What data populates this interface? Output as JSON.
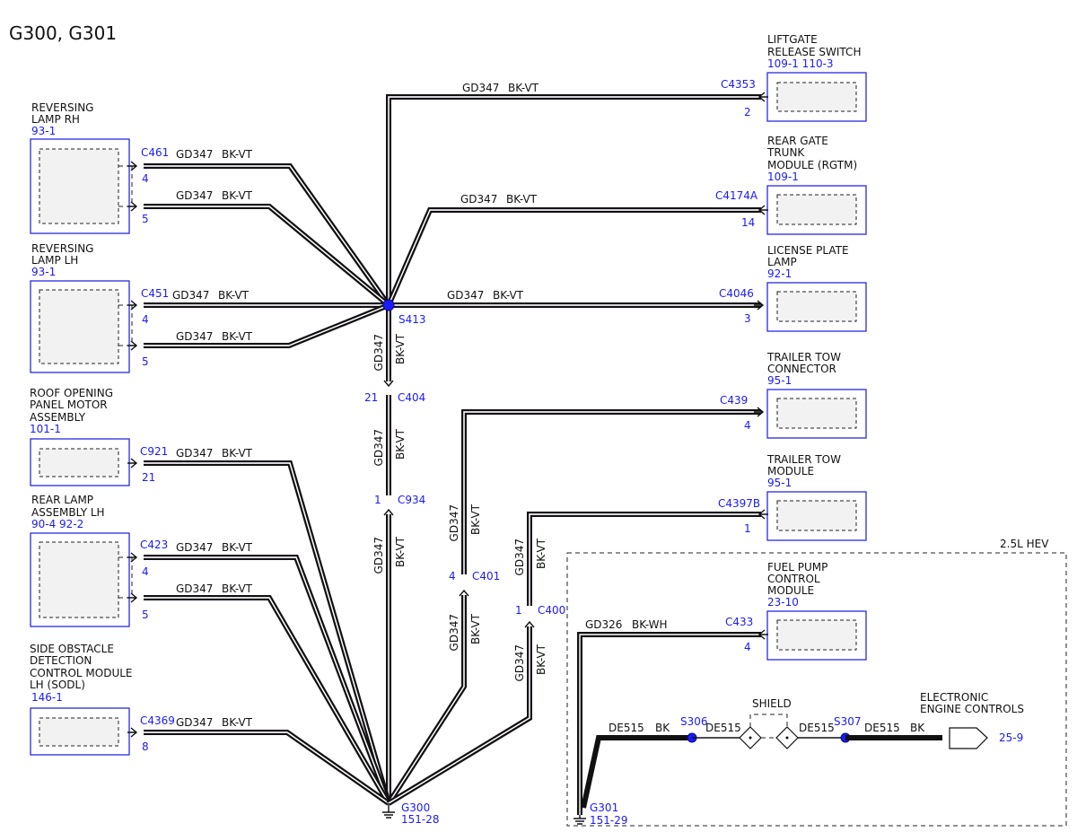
{
  "title": "G300, G301",
  "wire": {
    "circuit": "GD347",
    "color": "BK-VT"
  },
  "components": {
    "rev_rh": {
      "lines": [
        "REVERSING",
        "LAMP RH"
      ],
      "ref": "93-1"
    },
    "rev_lh": {
      "lines": [
        "REVERSING",
        "LAMP LH"
      ],
      "ref": "93-1"
    },
    "roof": {
      "lines": [
        "ROOF OPENING",
        "PANEL MOTOR",
        "ASSEMBLY"
      ],
      "ref": "101-1"
    },
    "rear_lamp": {
      "lines": [
        "REAR LAMP",
        "ASSEMBLY LH"
      ],
      "ref": "90-4   92-2"
    },
    "sodl": {
      "lines": [
        "SIDE OBSTACLE",
        "DETECTION",
        "CONTROL MODULE",
        "LH (SODL)"
      ],
      "ref": "146-1"
    },
    "liftgate": {
      "lines": [
        "LIFTGATE",
        "RELEASE SWITCH"
      ],
      "ref": "109-1   110-3"
    },
    "rgtm": {
      "lines": [
        "REAR GATE",
        "TRUNK",
        "MODULE (RGTM)"
      ],
      "ref": "109-1"
    },
    "license": {
      "lines": [
        "LICENSE PLATE",
        "LAMP"
      ],
      "ref": "92-1"
    },
    "tt_conn": {
      "lines": [
        "TRAILER TOW",
        "CONNECTOR"
      ],
      "ref": "95-1"
    },
    "tt_mod": {
      "lines": [
        "TRAILER TOW",
        "MODULE"
      ],
      "ref": "95-1"
    },
    "fuel": {
      "lines": [
        "FUEL PUMP",
        "CONTROL",
        "MODULE"
      ],
      "ref": "23-10"
    },
    "eec": {
      "lines": [
        "ELECTRONIC",
        "ENGINE CONTROLS"
      ],
      "ref": "25-9"
    }
  },
  "connectors": {
    "c461": "C461",
    "c461_p1": "4",
    "c461_p2": "5",
    "c451": "C451",
    "c451_p1": "4",
    "c451_p2": "5",
    "c921": "C921",
    "c921_p": "21",
    "c423": "C423",
    "c423_p1": "4",
    "c423_p2": "5",
    "c4369": "C4369",
    "c4369_p": "8",
    "c4353": "C4353",
    "c4353_p": "2",
    "c4174a": "C4174A",
    "c4174a_p": "14",
    "c4046": "C4046",
    "c4046_p": "3",
    "c439": "C439",
    "c439_p": "4",
    "c4397b": "C4397B",
    "c4397b_p": "1",
    "c433": "C433",
    "c433_p": "4",
    "c404": "C404",
    "c404_p": "21",
    "c934": "C934",
    "c934_p": "1",
    "c401": "C401",
    "c401_p": "4",
    "c400": "C400",
    "c400_p": "1"
  },
  "splices": {
    "s413": "S413",
    "s306": "S306",
    "s307": "S307"
  },
  "grounds": {
    "g300": "G300",
    "g300_ref": "151-28",
    "g301": "G301",
    "g301_ref": "151-29"
  },
  "hev": {
    "label": "2.5L HEV",
    "wire1_circuit": "GD326",
    "wire1_color": "BK-WH",
    "wire2_circuit": "DE515",
    "wire2_color": "BK",
    "shield": "SHIELD"
  },
  "colors": {
    "label_blue": "#1a1aff",
    "wire_stripe": "#c98fd6",
    "box_blue": "#2a2ae0"
  }
}
